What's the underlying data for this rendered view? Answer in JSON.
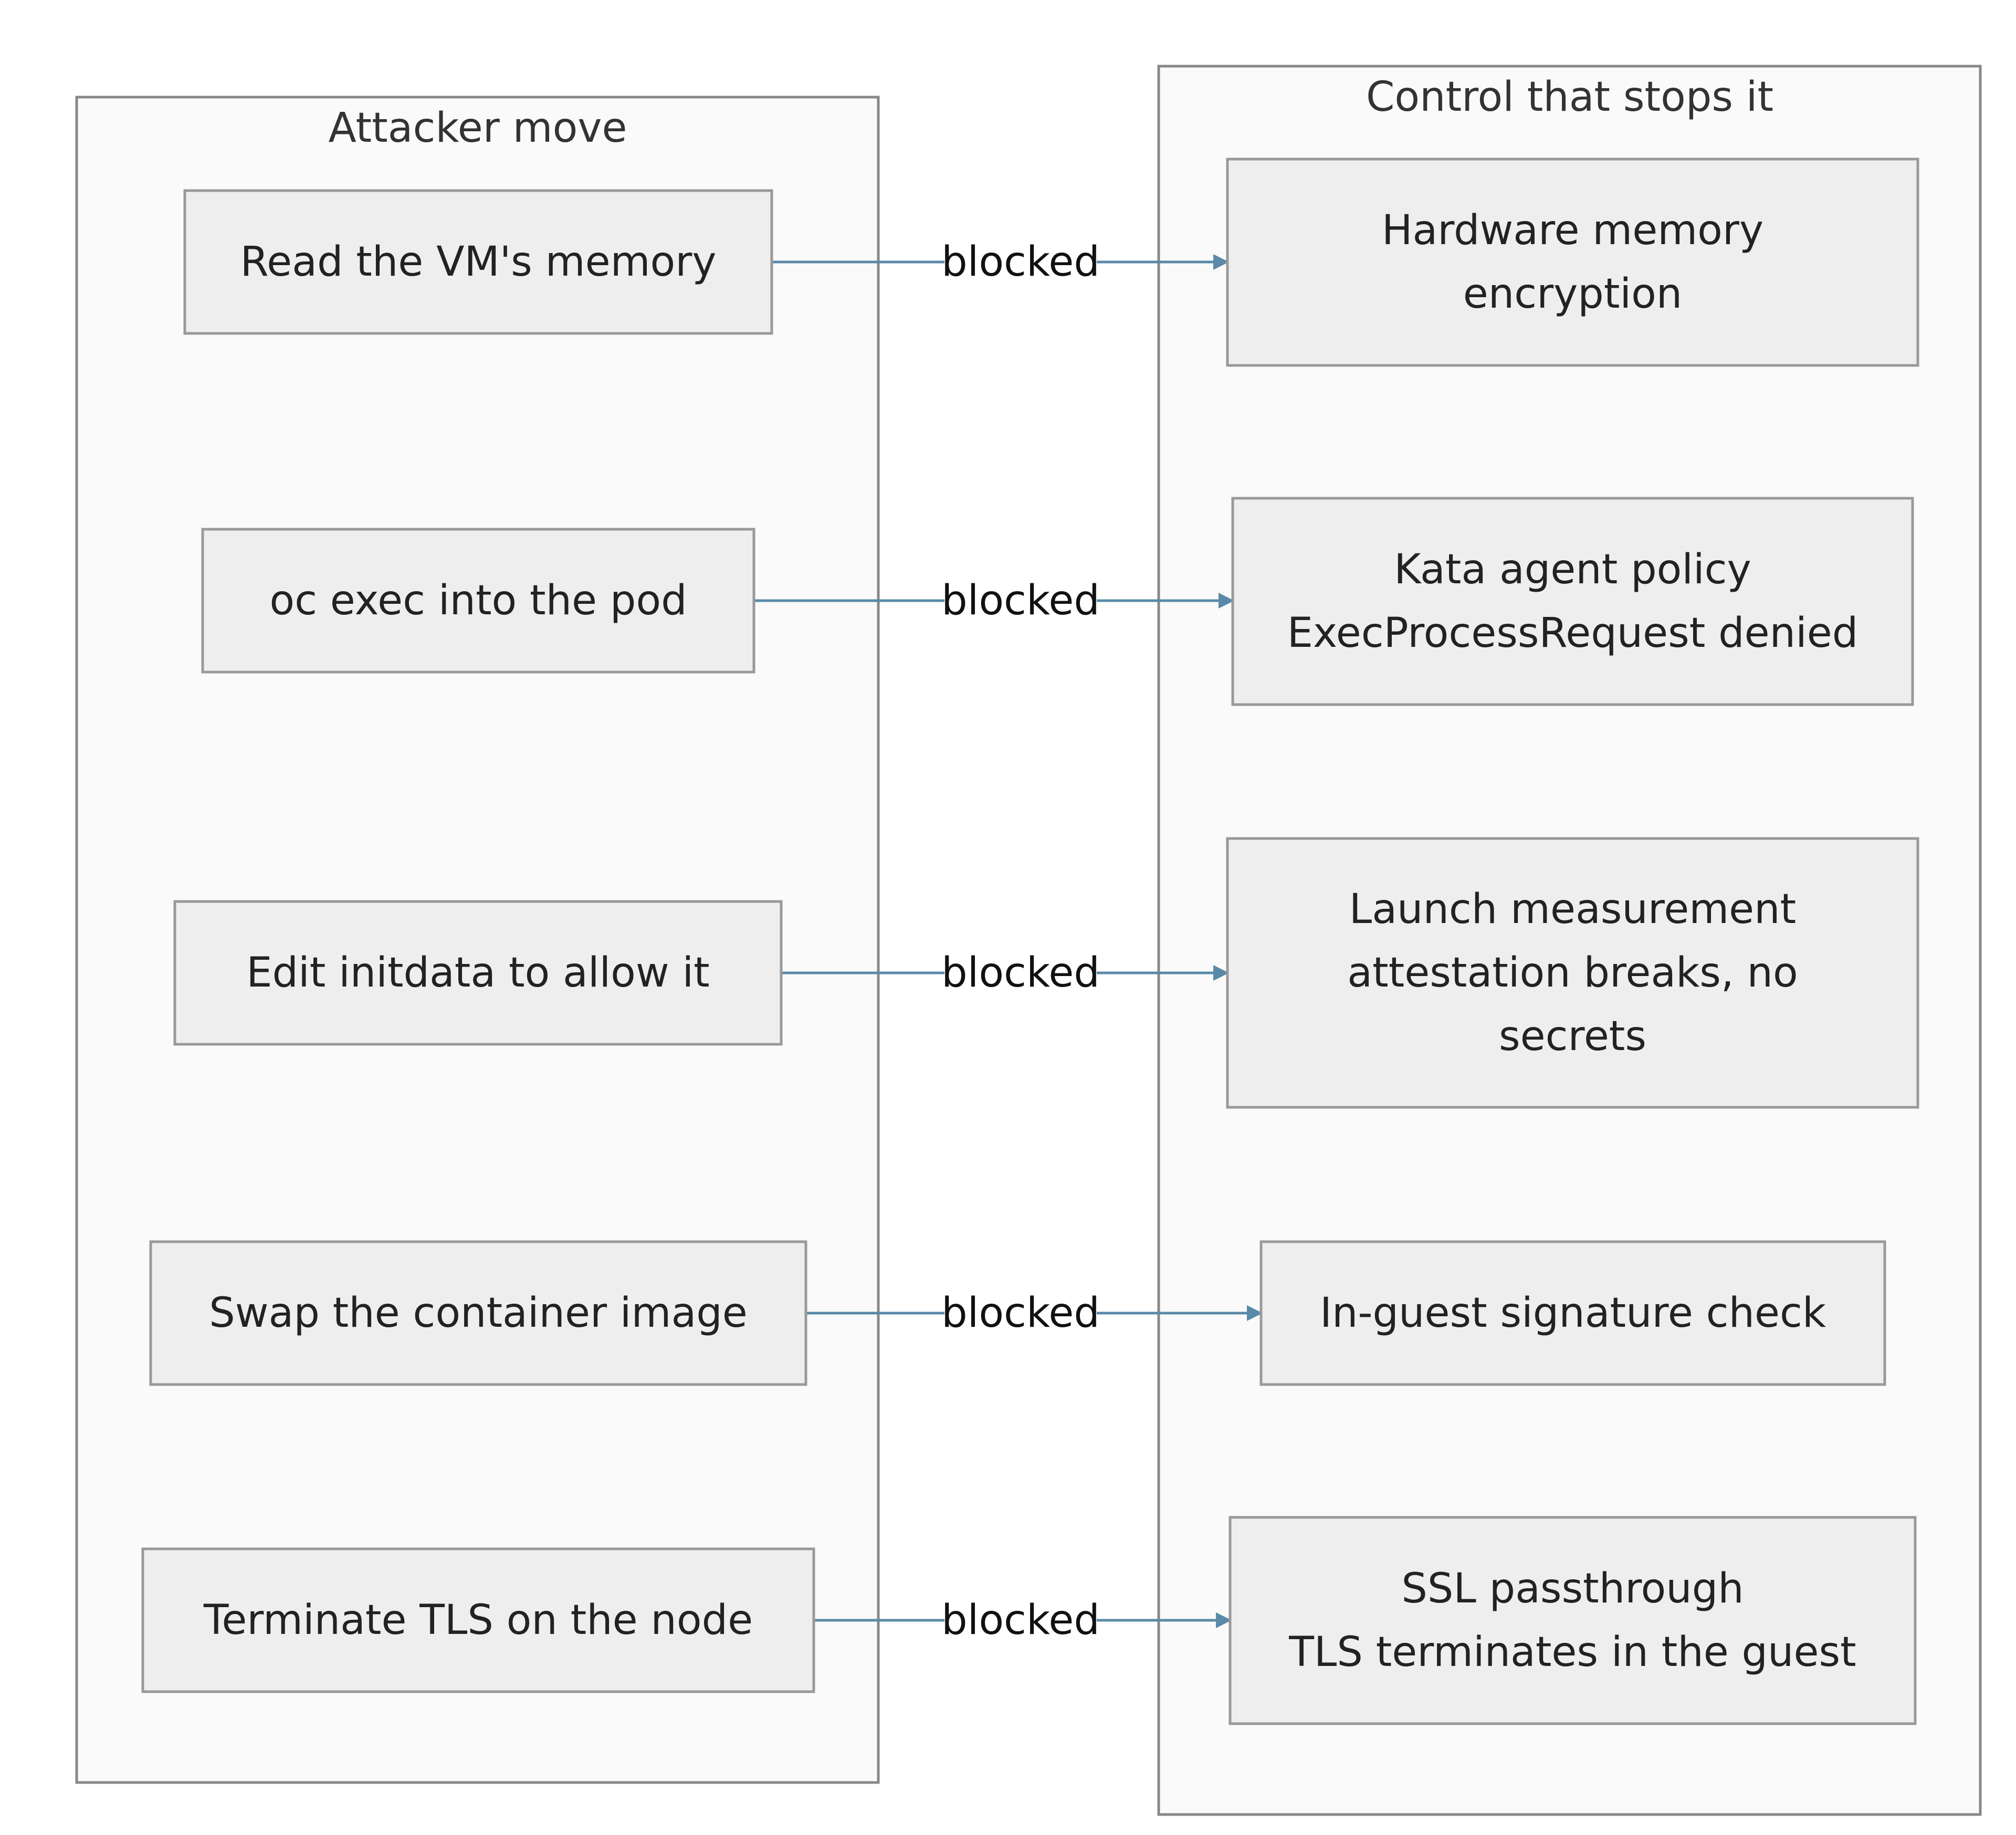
{
  "diagram": {
    "groups": [
      {
        "id": "attacker",
        "title": "Attacker move"
      },
      {
        "id": "control",
        "title": "Control that stops it"
      }
    ],
    "attacker_nodes": [
      {
        "lines": [
          "Read the VM's memory"
        ]
      },
      {
        "lines": [
          "oc exec into the pod"
        ]
      },
      {
        "lines": [
          "Edit initdata to allow it"
        ]
      },
      {
        "lines": [
          "Swap the container image"
        ]
      },
      {
        "lines": [
          "Terminate TLS on the node"
        ]
      }
    ],
    "control_nodes": [
      {
        "lines": [
          "Hardware memory",
          "encryption"
        ]
      },
      {
        "lines": [
          "Kata agent policy",
          "ExecProcessRequest denied"
        ]
      },
      {
        "lines": [
          "Launch measurement",
          "attestation breaks, no",
          "secrets"
        ]
      },
      {
        "lines": [
          "In-guest signature check"
        ]
      },
      {
        "lines": [
          "SSL passthrough",
          "TLS terminates in the guest"
        ]
      }
    ],
    "edges": [
      {
        "from": 0,
        "to": 0,
        "label": "blocked"
      },
      {
        "from": 1,
        "to": 1,
        "label": "blocked"
      },
      {
        "from": 2,
        "to": 2,
        "label": "blocked"
      },
      {
        "from": 3,
        "to": 3,
        "label": "blocked"
      },
      {
        "from": 4,
        "to": 4,
        "label": "blocked"
      }
    ],
    "colors": {
      "edge": "#5a8aa8",
      "node_fill": "#eeeeee",
      "group_fill": "#fafafa"
    }
  }
}
